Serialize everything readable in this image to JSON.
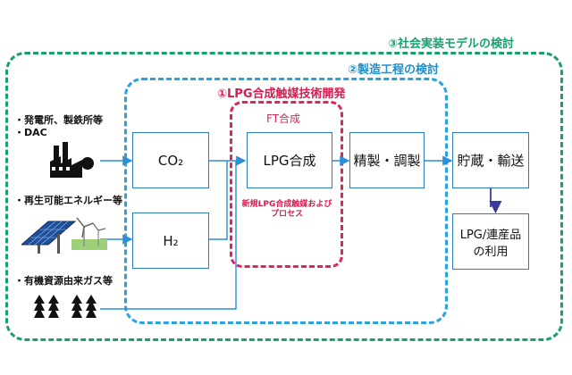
{
  "frames": {
    "social": "③社会実装モデルの検討",
    "process": "②製造工程の検討",
    "catalyst": "①LPG合成触媒技術開発",
    "ft": "FT合成"
  },
  "sources": {
    "plants_line1": "・発電所、製鉄所等",
    "plants_line2": "・DAC",
    "renewable": "・再生可能エネルギー等",
    "biomass": "・有機資源由来ガス等"
  },
  "nodes": {
    "co2": "CO₂",
    "h2": "H₂",
    "lpg_synthesis": "LPG合成",
    "catalyst_note_line1": "新規LPG合成触媒および",
    "catalyst_note_line2": "プロセス",
    "refining": "精製・調製",
    "storage": "貯蔵・輸送",
    "use_line1": "LPG/連産品",
    "use_line2": "の利用"
  },
  "colors": {
    "social_frame": "#1aa06a",
    "process_frame": "#2aa3dd",
    "catalyst_frame": "#e0245e",
    "arrow": "#2a8fd6"
  },
  "icons": [
    "factory-icon",
    "solar-panel-icon",
    "wind-turbine-icon",
    "tree-icon"
  ]
}
